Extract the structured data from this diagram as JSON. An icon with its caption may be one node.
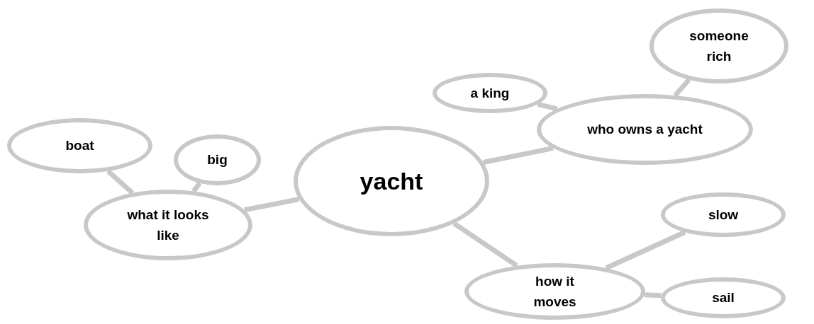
{
  "diagram": {
    "nodes": [
      {
        "text": [
          "yacht"
        ]
      },
      {
        "text": [
          "what it looks like"
        ]
      },
      {
        "text": [
          "boat"
        ]
      },
      {
        "text": [
          "big"
        ]
      },
      {
        "text": [
          "who owns a yacht"
        ]
      },
      {
        "text": [
          "a king"
        ]
      },
      {
        "text": [
          "someone rich"
        ]
      },
      {
        "text": [
          "how it moves"
        ]
      },
      {
        "text": [
          "slow"
        ]
      },
      {
        "text": [
          "sail"
        ]
      }
    ],
    "edges": [
      {
        "from": 0,
        "to": 1,
        "arrow": "none"
      },
      {
        "from": 1,
        "to": 2,
        "arrow": "none"
      },
      {
        "from": 1,
        "to": 3,
        "arrow": "none"
      },
      {
        "from": 0,
        "to": 4,
        "arrow": "none"
      },
      {
        "from": 4,
        "to": 5,
        "arrow": "none"
      },
      {
        "from": 4,
        "to": 6,
        "arrow": "none"
      },
      {
        "from": 0,
        "to": 7,
        "arrow": "none"
      },
      {
        "from": 7,
        "to": 8,
        "arrow": "none"
      },
      {
        "from": 7,
        "to": 9,
        "arrow": "none"
      }
    ]
  }
}
